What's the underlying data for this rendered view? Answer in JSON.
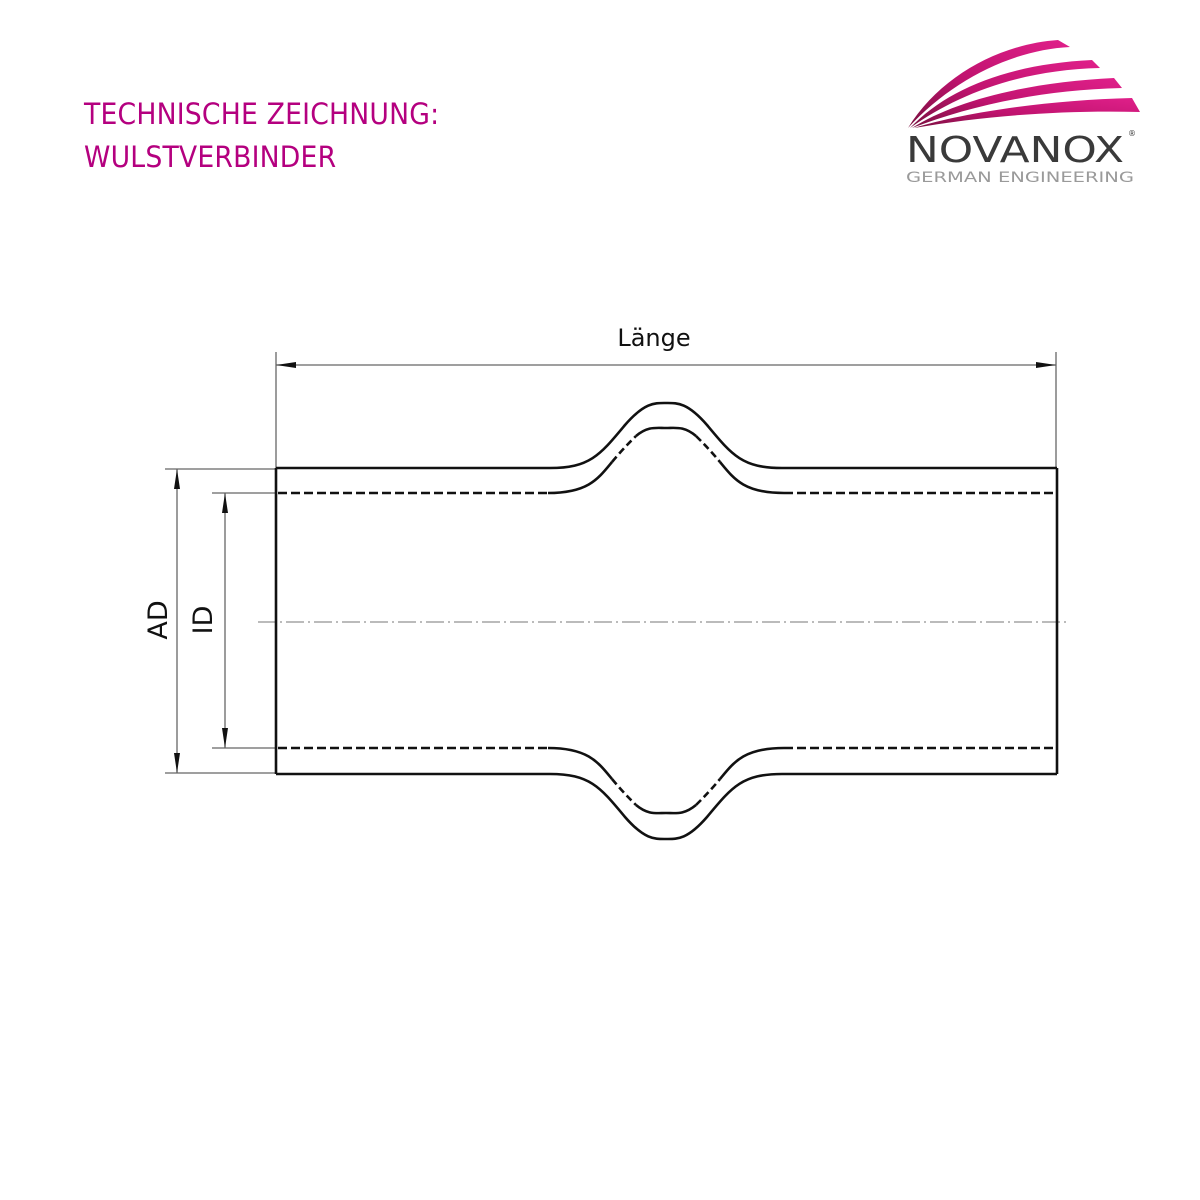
{
  "header": {
    "title_line1": "TECHNISCHE ZEICHNUNG:",
    "title_line2": "WULSTVERBINDER",
    "title_color": "#b4007f"
  },
  "logo": {
    "brand": "NOVANOX",
    "registered_mark": "®",
    "tagline": "GERMAN ENGINEERING",
    "brand_color": "#3a3a3a",
    "tagline_color": "#9a9a9a",
    "swoosh_color": "#d4157f",
    "swoosh_dark_color": "#7a1040"
  },
  "drawing": {
    "subject": "Wulstverbinder",
    "dimensions": {
      "length_label": "Länge",
      "outer_diameter_label": "AD",
      "inner_diameter_label": "ID"
    },
    "line_color": "#111111",
    "dimension_line_color": "#555555"
  }
}
